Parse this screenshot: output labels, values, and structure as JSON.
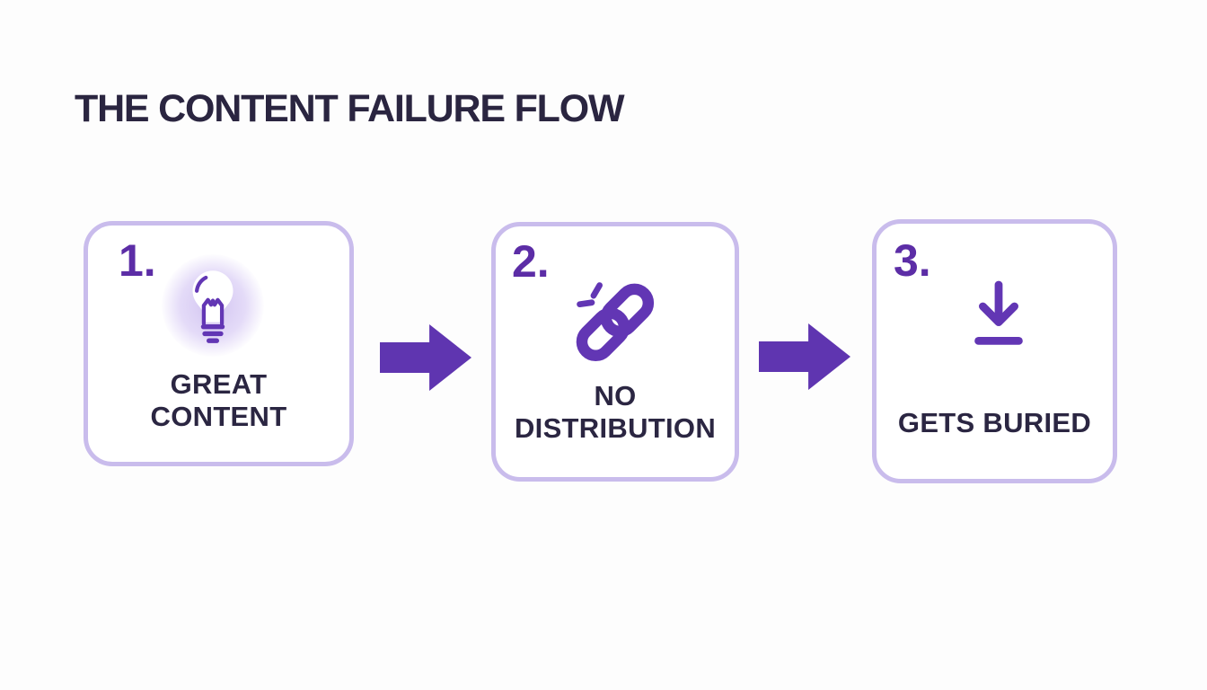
{
  "title": "THE CONTENT FAILURE FLOW",
  "steps": [
    {
      "number": "1.",
      "icon": "lightbulb-icon",
      "label": "GREAT\nCONTENT"
    },
    {
      "number": "2.",
      "icon": "broken-link-icon",
      "label": "NO\nDISTRIBUTION"
    },
    {
      "number": "3.",
      "icon": "download-arrow-icon",
      "label": "GETS BURIED"
    }
  ],
  "connectors": [
    {
      "icon": "arrow-right-icon"
    },
    {
      "icon": "arrow-right-icon"
    }
  ],
  "colors": {
    "background": "#fdfdfd",
    "card_background": "#ffffff",
    "card_border": "#c9bcec",
    "accent_purple": "#6236b4",
    "arrow_purple": "#5f35b0",
    "number_purple": "#5c2da6",
    "heading_text": "#2a2540",
    "label_text": "#2b2642",
    "bulb_glow": "#d2c4f1"
  }
}
